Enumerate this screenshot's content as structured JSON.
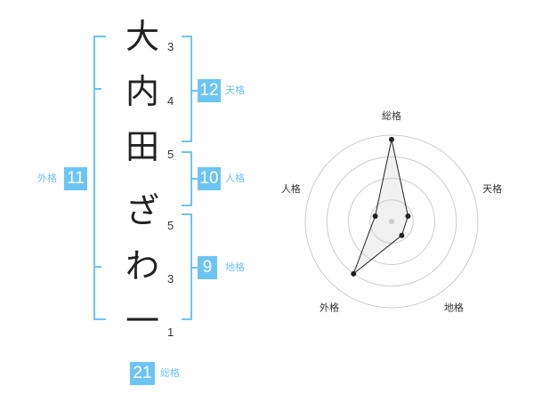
{
  "name": {
    "characters": [
      {
        "char": "大",
        "strokes": "3"
      },
      {
        "char": "内",
        "strokes": "4"
      },
      {
        "char": "田",
        "strokes": "5"
      },
      {
        "char": "ざ",
        "strokes": "5"
      },
      {
        "char": "わ",
        "strokes": "3"
      },
      {
        "char": "一",
        "strokes": "1"
      }
    ]
  },
  "fortune": {
    "tenkaku": {
      "value": "12",
      "label": "天格"
    },
    "jinkaku": {
      "value": "10",
      "label": "人格"
    },
    "chikaku": {
      "value": "9",
      "label": "地格"
    },
    "gaikaku": {
      "value": "11",
      "label": "外格"
    },
    "soukaku": {
      "value": "21",
      "label": "総格"
    }
  },
  "colors": {
    "accent": "#6cc4f5",
    "text": "#222222",
    "grid": "#cccccc"
  },
  "chart_data": {
    "type": "radar",
    "axes": [
      "総格",
      "天格",
      "地格",
      "外格",
      "人格"
    ],
    "values": [
      0.95,
      0.2,
      0.2,
      0.75,
      0.2
    ],
    "rings": 4
  }
}
